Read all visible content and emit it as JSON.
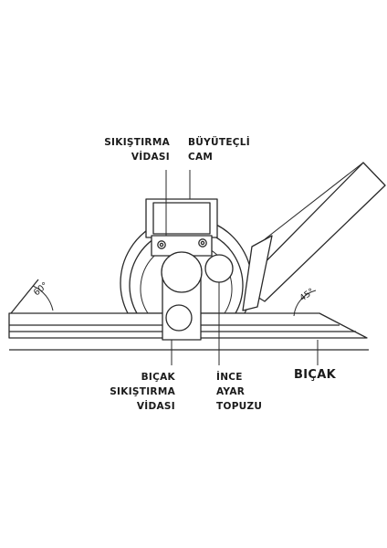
{
  "labels": {
    "clamp_screw": [
      "SIKIŞTIRMA",
      "VİDASI"
    ],
    "magnifier": [
      "BÜYÜTEÇLİ",
      "CAM"
    ],
    "blade_clamp_screw": [
      "BIÇAK",
      "SIKIŞTIRMA",
      "VİDASI"
    ],
    "fine_adjust_knob": [
      "İNCE",
      "AYAR",
      "TOPUZU"
    ],
    "blade": "BIÇAK"
  },
  "angles": {
    "left": "60°",
    "right": "45°"
  },
  "colors": {
    "line": "#2a2a2a",
    "text": "#1a1a1a",
    "background": "#ffffff"
  }
}
